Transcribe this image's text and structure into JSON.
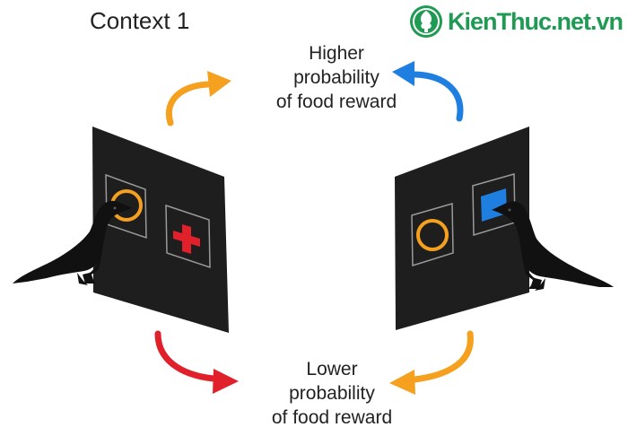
{
  "context_label": "Context 1",
  "top_label": [
    "Higher",
    "probability",
    "of food reward"
  ],
  "bottom_label": [
    "Lower",
    "probability",
    "of food reward"
  ],
  "watermark": {
    "text": "KienThuc.net.vn",
    "icon": "tree-logo-icon",
    "color": "#1f9a52"
  },
  "colors": {
    "orange": "#f5a01e",
    "blue": "#1f7fe0",
    "red": "#e0202a",
    "panel": "#1e1e1e",
    "bird": "#111111",
    "card_outline": "#9a9a9a"
  },
  "left_panel": {
    "symbols": [
      "orange-circle",
      "red-cross"
    ],
    "pecked": "orange-circle"
  },
  "right_panel": {
    "symbols": [
      "orange-circle",
      "blue-square"
    ],
    "pecked": "blue-square"
  },
  "arrows": [
    {
      "color": "orange",
      "from": "left-panel",
      "to": "higher-probability"
    },
    {
      "color": "blue",
      "from": "right-panel",
      "to": "higher-probability"
    },
    {
      "color": "red",
      "from": "left-panel",
      "to": "lower-probability"
    },
    {
      "color": "orange",
      "from": "right-panel",
      "to": "lower-probability"
    }
  ]
}
